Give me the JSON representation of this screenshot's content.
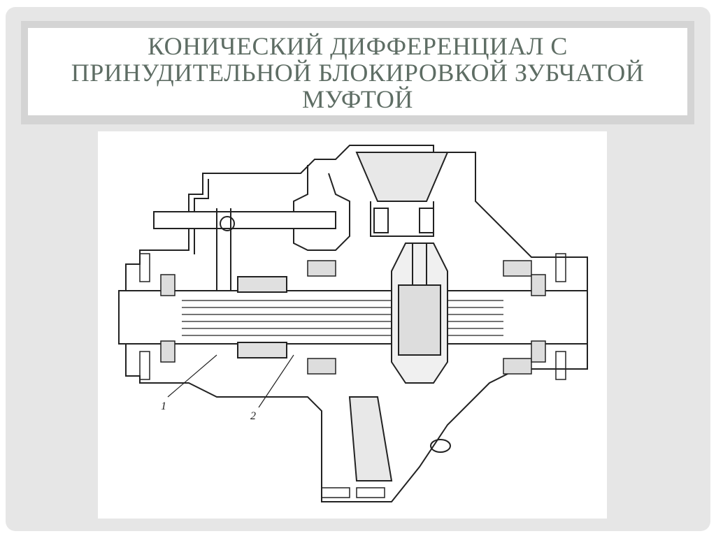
{
  "slide": {
    "title": "КОНИЧЕСКИЙ ДИФФЕРЕНЦИАЛ С ПРИНУДИТЕЛЬНОЙ БЛОКИРОВКОЙ ЗУБЧАТОЙ МУФТОЙ"
  },
  "figure": {
    "callouts": [
      {
        "label": "1"
      },
      {
        "label": "2"
      }
    ]
  }
}
